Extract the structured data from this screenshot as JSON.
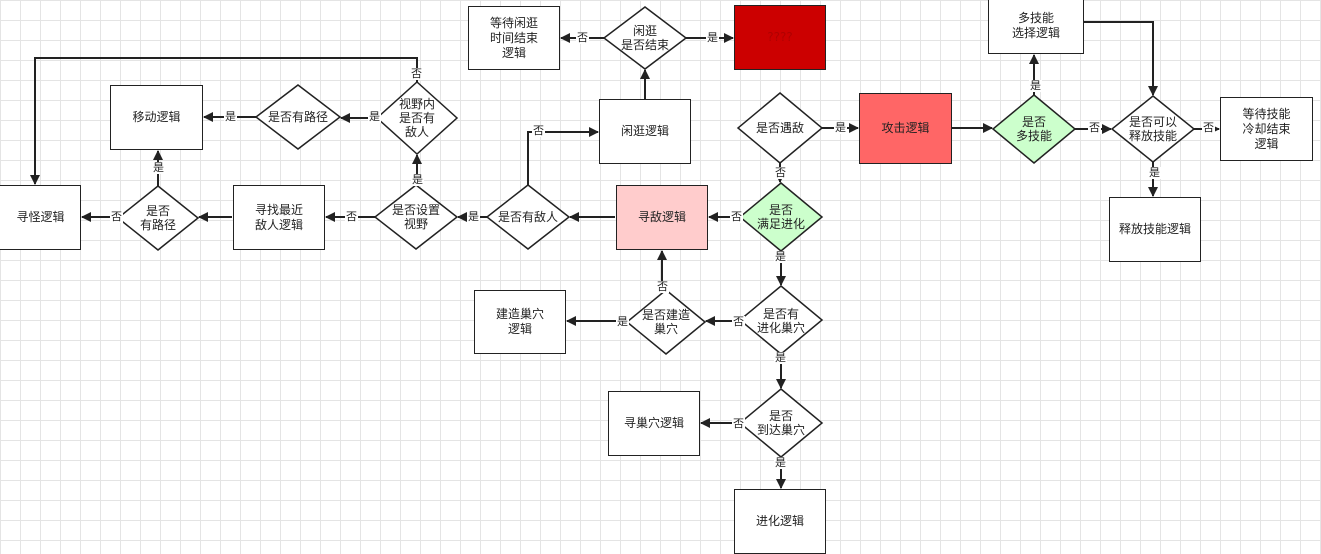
{
  "nodes": {
    "wait_idle_end": "等待闲逛\n时间结束\n逻辑",
    "idle_finished": "闲逛\n是否结束",
    "red_top": "????",
    "multi_skill_select": "多技能\n选择逻辑",
    "move_logic": "移动逻辑",
    "has_path_top": "是否有路径",
    "in_view_enemy": "视野内\n是否有\n敌人",
    "idle_logic": "闲逛逻辑",
    "meet_enemy": "是否遇敌",
    "attack_logic": "攻击逻辑",
    "is_multi_skill": "是否\n多技能",
    "can_release_skill": "是否可以\n释放技能",
    "wait_skill_cd": "等待技能\n冷却结束\n逻辑",
    "find_monster": "寻怪逻辑",
    "has_path_left": "是否\n有路径",
    "find_nearest_enemy": "寻找最近\n敌人逻辑",
    "set_view": "是否设置\n视野",
    "has_enemy": "是否有敌人",
    "seek_enemy": "寻敌逻辑",
    "meets_evolve": "是否\n满足进化",
    "release_skill": "释放技能逻辑",
    "build_nest": "建造巢穴\n逻辑",
    "build_nest_q": "是否建造\n巢穴",
    "has_evolve_nest": "是否有\n进化巢穴",
    "find_nest": "寻巢穴逻辑",
    "reach_nest": "是否\n到达巢穴",
    "evolve_logic": "进化逻辑"
  },
  "labels": {
    "yes": "是",
    "no": "否"
  },
  "colors": {
    "line": "#222222",
    "dark_red": "#cc0000",
    "red": "#ff6666",
    "pink": "#ffcccc",
    "green": "#ccffcc",
    "white": "#ffffff"
  }
}
